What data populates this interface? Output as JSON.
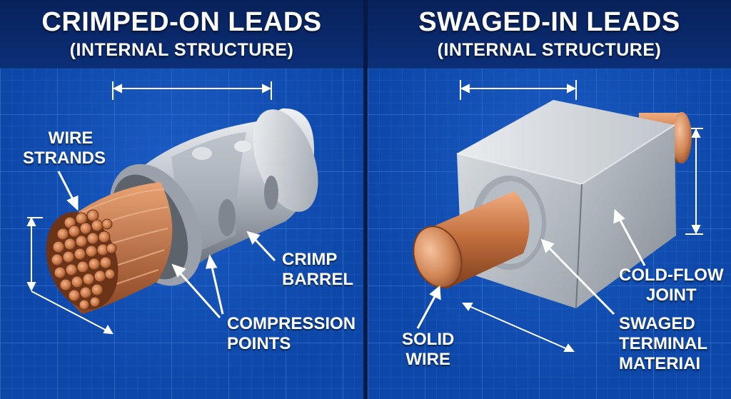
{
  "left_panel": {
    "title": "CRIMPED-ON LEADS",
    "subtitle": "(INTERNAL STRUCTURE)",
    "labels": {
      "wire_strands_1": "WIRE",
      "wire_strands_2": "STRANDS",
      "crimp_barrel_1": "CRIMP",
      "crimp_barrel_2": "BARREL",
      "compression_1": "COMPRESSION",
      "compression_2": "POINTS"
    }
  },
  "right_panel": {
    "title": "SWAGED-IN LEADS",
    "subtitle": "(INTERNAL STRUCTURE)",
    "labels": {
      "cold_flow_1": "COLD-FLOW",
      "cold_flow_2": "JOINT",
      "solid_wire_1": "SOLID",
      "solid_wire_2": "WIRE",
      "swaged_1": "SWAGED",
      "swaged_2": "TERMINAL",
      "swaged_3": "MATERIAI"
    }
  },
  "colors": {
    "background": "#0d47a8",
    "copper": "#c8784a",
    "steel": "#b9c0c8",
    "text": "#ffffff"
  }
}
